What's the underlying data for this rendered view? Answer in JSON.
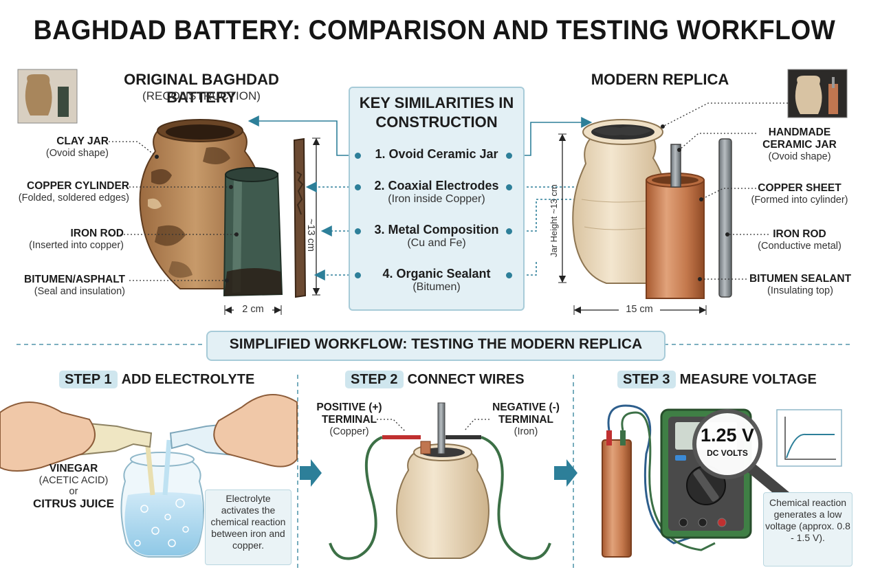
{
  "title": "BAGHDAD BATTERY: COMPARISON AND TESTING WORKFLOW",
  "original": {
    "heading": "ORIGINAL BAGHDAD BATTERY",
    "subheading": "(RECONSTRUCTION)",
    "labels": [
      {
        "name": "CLAY JAR",
        "desc": "(Ovoid shape)"
      },
      {
        "name": "COPPER CYLINDER",
        "desc": "(Folded, soldered edges)"
      },
      {
        "name": "IRON ROD",
        "desc": "(Inserted into copper)"
      },
      {
        "name": "BITUMEN/ASPHALT",
        "desc": "(Seal and insulation)"
      }
    ],
    "height_dim": "~13 cm",
    "width_dim": "2 cm"
  },
  "similarities": {
    "heading": "KEY SIMILARITIES IN CONSTRUCTION",
    "items": [
      {
        "label": "1. Ovoid Ceramic Jar",
        "desc": ""
      },
      {
        "label": "2. Coaxial Electrodes",
        "desc": "(Iron inside Copper)"
      },
      {
        "label": "3. Metal Composition",
        "desc": "(Cu and Fe)"
      },
      {
        "label": "4. Organic Sealant",
        "desc": "(Bitumen)"
      }
    ]
  },
  "replica": {
    "heading": "MODERN REPLICA",
    "labels": [
      {
        "name": "HANDMADE CERAMIC JAR",
        "desc": "(Ovoid shape)"
      },
      {
        "name": "COPPER SHEET",
        "desc": "(Formed into cylinder)"
      },
      {
        "name": "IRON ROD",
        "desc": "(Conductive metal)"
      },
      {
        "name": "BITUMEN SEALANT",
        "desc": "(Insulating top)"
      }
    ],
    "height_dim": "Jar Height ~13 cm",
    "width_dim": "15 cm"
  },
  "workflow": {
    "heading": "SIMPLIFIED WORKFLOW: TESTING THE MODERN REPLICA",
    "step1": {
      "badge": "STEP 1",
      "title": "ADD ELECTROLYTE",
      "vinegar": "VINEGAR",
      "acid": "(ACETIC ACID)",
      "or": "or",
      "citrus": "CITRUS JUICE",
      "note": "Electrolyte activates the chemical reaction between iron and copper."
    },
    "step2": {
      "badge": "STEP 2",
      "title": "CONNECT WIRES",
      "positive": "POSITIVE (+)",
      "positive_terminal": "TERMINAL",
      "positive_metal": "(Copper)",
      "negative": "NEGATIVE (-)",
      "negative_terminal": "TERMINAL",
      "negative_metal": "(Iron)"
    },
    "step3": {
      "badge": "STEP 3",
      "title": "MEASURE VOLTAGE",
      "reading": "1.25 V",
      "unit": "DC VOLTS",
      "note": "Chemical reaction generates a low voltage (approx. 0.8 - 1.5 V)."
    }
  },
  "colors": {
    "accent": "#2d7f99",
    "panel": "#e3f0f5",
    "copper": "#c97b4e",
    "clay": "#efe0c6"
  }
}
